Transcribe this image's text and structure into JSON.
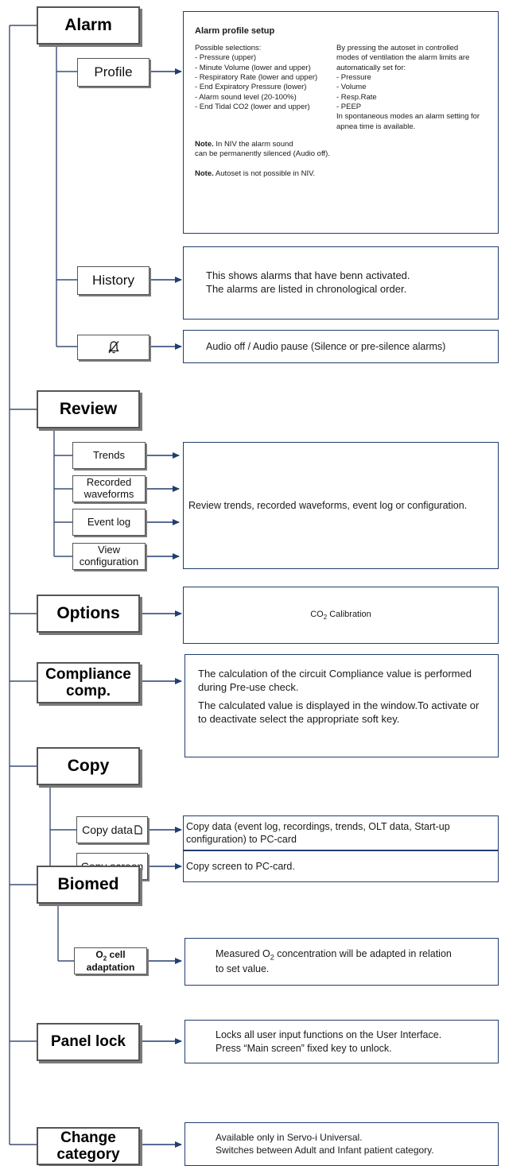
{
  "menu": {
    "alarm": {
      "label": "Alarm",
      "profile": {
        "label": "Profile",
        "box": {
          "title": "Alarm profile setup",
          "selections_heading": "Possible selections:",
          "selections": [
            "- Pressure (upper)",
            "- Minute Volume (lower and upper)",
            "- Respiratory Rate (lower and upper)",
            "- End Expiratory Pressure (lower)",
            "- Alarm sound level (20-100%)",
            "- End Tidal CO2 (lower and upper)"
          ],
          "autoset_lines": [
            "By pressing the autoset in controlled",
            "modes of ventilation the alarm limits are",
            "automatically set for:",
            "- Pressure",
            "- Volume",
            "- Resp.Rate",
            "- PEEP",
            "In spontaneous modes an alarm setting for",
            "apnea time is available."
          ],
          "note1_label": "Note.",
          "note1_line1": " In NIV the alarm sound",
          "note1_line2": "can be permanently silenced (Audio off).",
          "note2_label": "Note.",
          "note2_text": " Autoset is not possible in NIV."
        }
      },
      "history": {
        "label": "History",
        "lines": [
          "This shows alarms that have benn activated.",
          "The alarms are listed in chronological order."
        ]
      },
      "audio": {
        "icon": "bell-off-icon",
        "text": "Audio off / Audio pause (Silence or pre-silence alarms)"
      }
    },
    "review": {
      "label": "Review",
      "items": [
        "Trends",
        "Recorded waveforms",
        "Event log",
        "View configuration"
      ],
      "text": "Review trends, recorded waveforms, event log or configuration."
    },
    "options": {
      "label": "Options",
      "text_main": "CO",
      "text_sub": "2",
      "text_end": " Calibration"
    },
    "compliance": {
      "label_line1": "Compliance",
      "label_line2": "comp.",
      "para1": "The calculation of the circuit Compliance value is performed during Pre-use check.",
      "para2": "The calculated value is displayed in the window.To activate or to deactivate select the appropriate soft key."
    },
    "copy": {
      "label": "Copy",
      "copy_data": {
        "label": "Copy data",
        "icon": "document-icon",
        "text": "Copy data (event log, recordings, trends, OLT data, Start-up configuration) to PC-card"
      },
      "copy_screen": {
        "label": "Copy screen",
        "text": "Copy screen to PC-card."
      }
    },
    "biomed": {
      "label": "Biomed",
      "o2": {
        "label_main": "O",
        "label_sub": "2",
        "label_end": " cell",
        "label_line2": "adaptation",
        "text_pre": "Measured O",
        "text_sub": "2",
        "text_post": " concentration will be adapted in relation",
        "text_line2": "to set value."
      }
    },
    "panel_lock": {
      "label": "Panel lock",
      "lines": [
        "Locks all user input functions on the User Interface.",
        "Press “Main screen” fixed key to unlock."
      ]
    },
    "change_category": {
      "label_line1": "Change",
      "label_line2": "category",
      "lines": [
        "Available only in Servo-i Universal.",
        "Switches between Adult and Infant patient category."
      ]
    }
  },
  "colors": {
    "arrow": "#223d6e",
    "connector": "#3d4f76",
    "box_border": "#223d6e",
    "button_border": "#555555"
  }
}
